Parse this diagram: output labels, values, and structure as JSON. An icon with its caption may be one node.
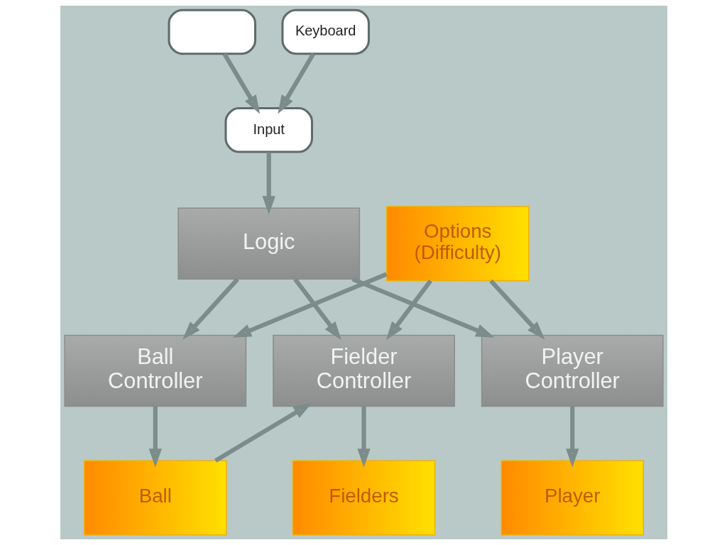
{
  "diagram": {
    "nodes": [
      {
        "text": [],
        "shape": "box"
      },
      {
        "text": [
          "Keyboard"
        ]
      },
      {
        "text": [
          "Input"
        ]
      },
      {
        "text": [
          "Logic"
        ]
      },
      {
        "text": [
          "Options (Difficulty)"
        ]
      },
      {
        "text": [
          "Ball Controller"
        ]
      },
      {
        "text": [
          "Fielder Controller"
        ]
      },
      {
        "text": [
          "Player Controller"
        ]
      },
      {
        "text": [
          "Ball"
        ]
      },
      {
        "text": [
          "Fielders"
        ]
      },
      {
        "text": [
          "Player"
        ]
      }
    ],
    "edges": [
      {
        "from": 0,
        "to": 2,
        "arrow": "to"
      },
      {
        "from": 1,
        "to": 2,
        "arrow": "to"
      },
      {
        "from": 2,
        "to": 3,
        "arrow": "to"
      },
      {
        "from": 3,
        "to": 5,
        "arrow": "to"
      },
      {
        "from": 3,
        "to": 6,
        "arrow": "to"
      },
      {
        "from": 3,
        "to": 7,
        "arrow": "to"
      },
      {
        "from": 4,
        "to": 5,
        "arrow": "to"
      },
      {
        "from": 4,
        "to": 6,
        "arrow": "to"
      },
      {
        "from": 4,
        "to": 7,
        "arrow": "to"
      },
      {
        "from": 5,
        "to": 8,
        "arrow": "to"
      },
      {
        "from": 6,
        "to": 9,
        "arrow": "to"
      },
      {
        "from": 8,
        "to": 6,
        "arrow": "to"
      },
      {
        "from": 7,
        "to": 10,
        "arrow": "to"
      }
    ]
  }
}
